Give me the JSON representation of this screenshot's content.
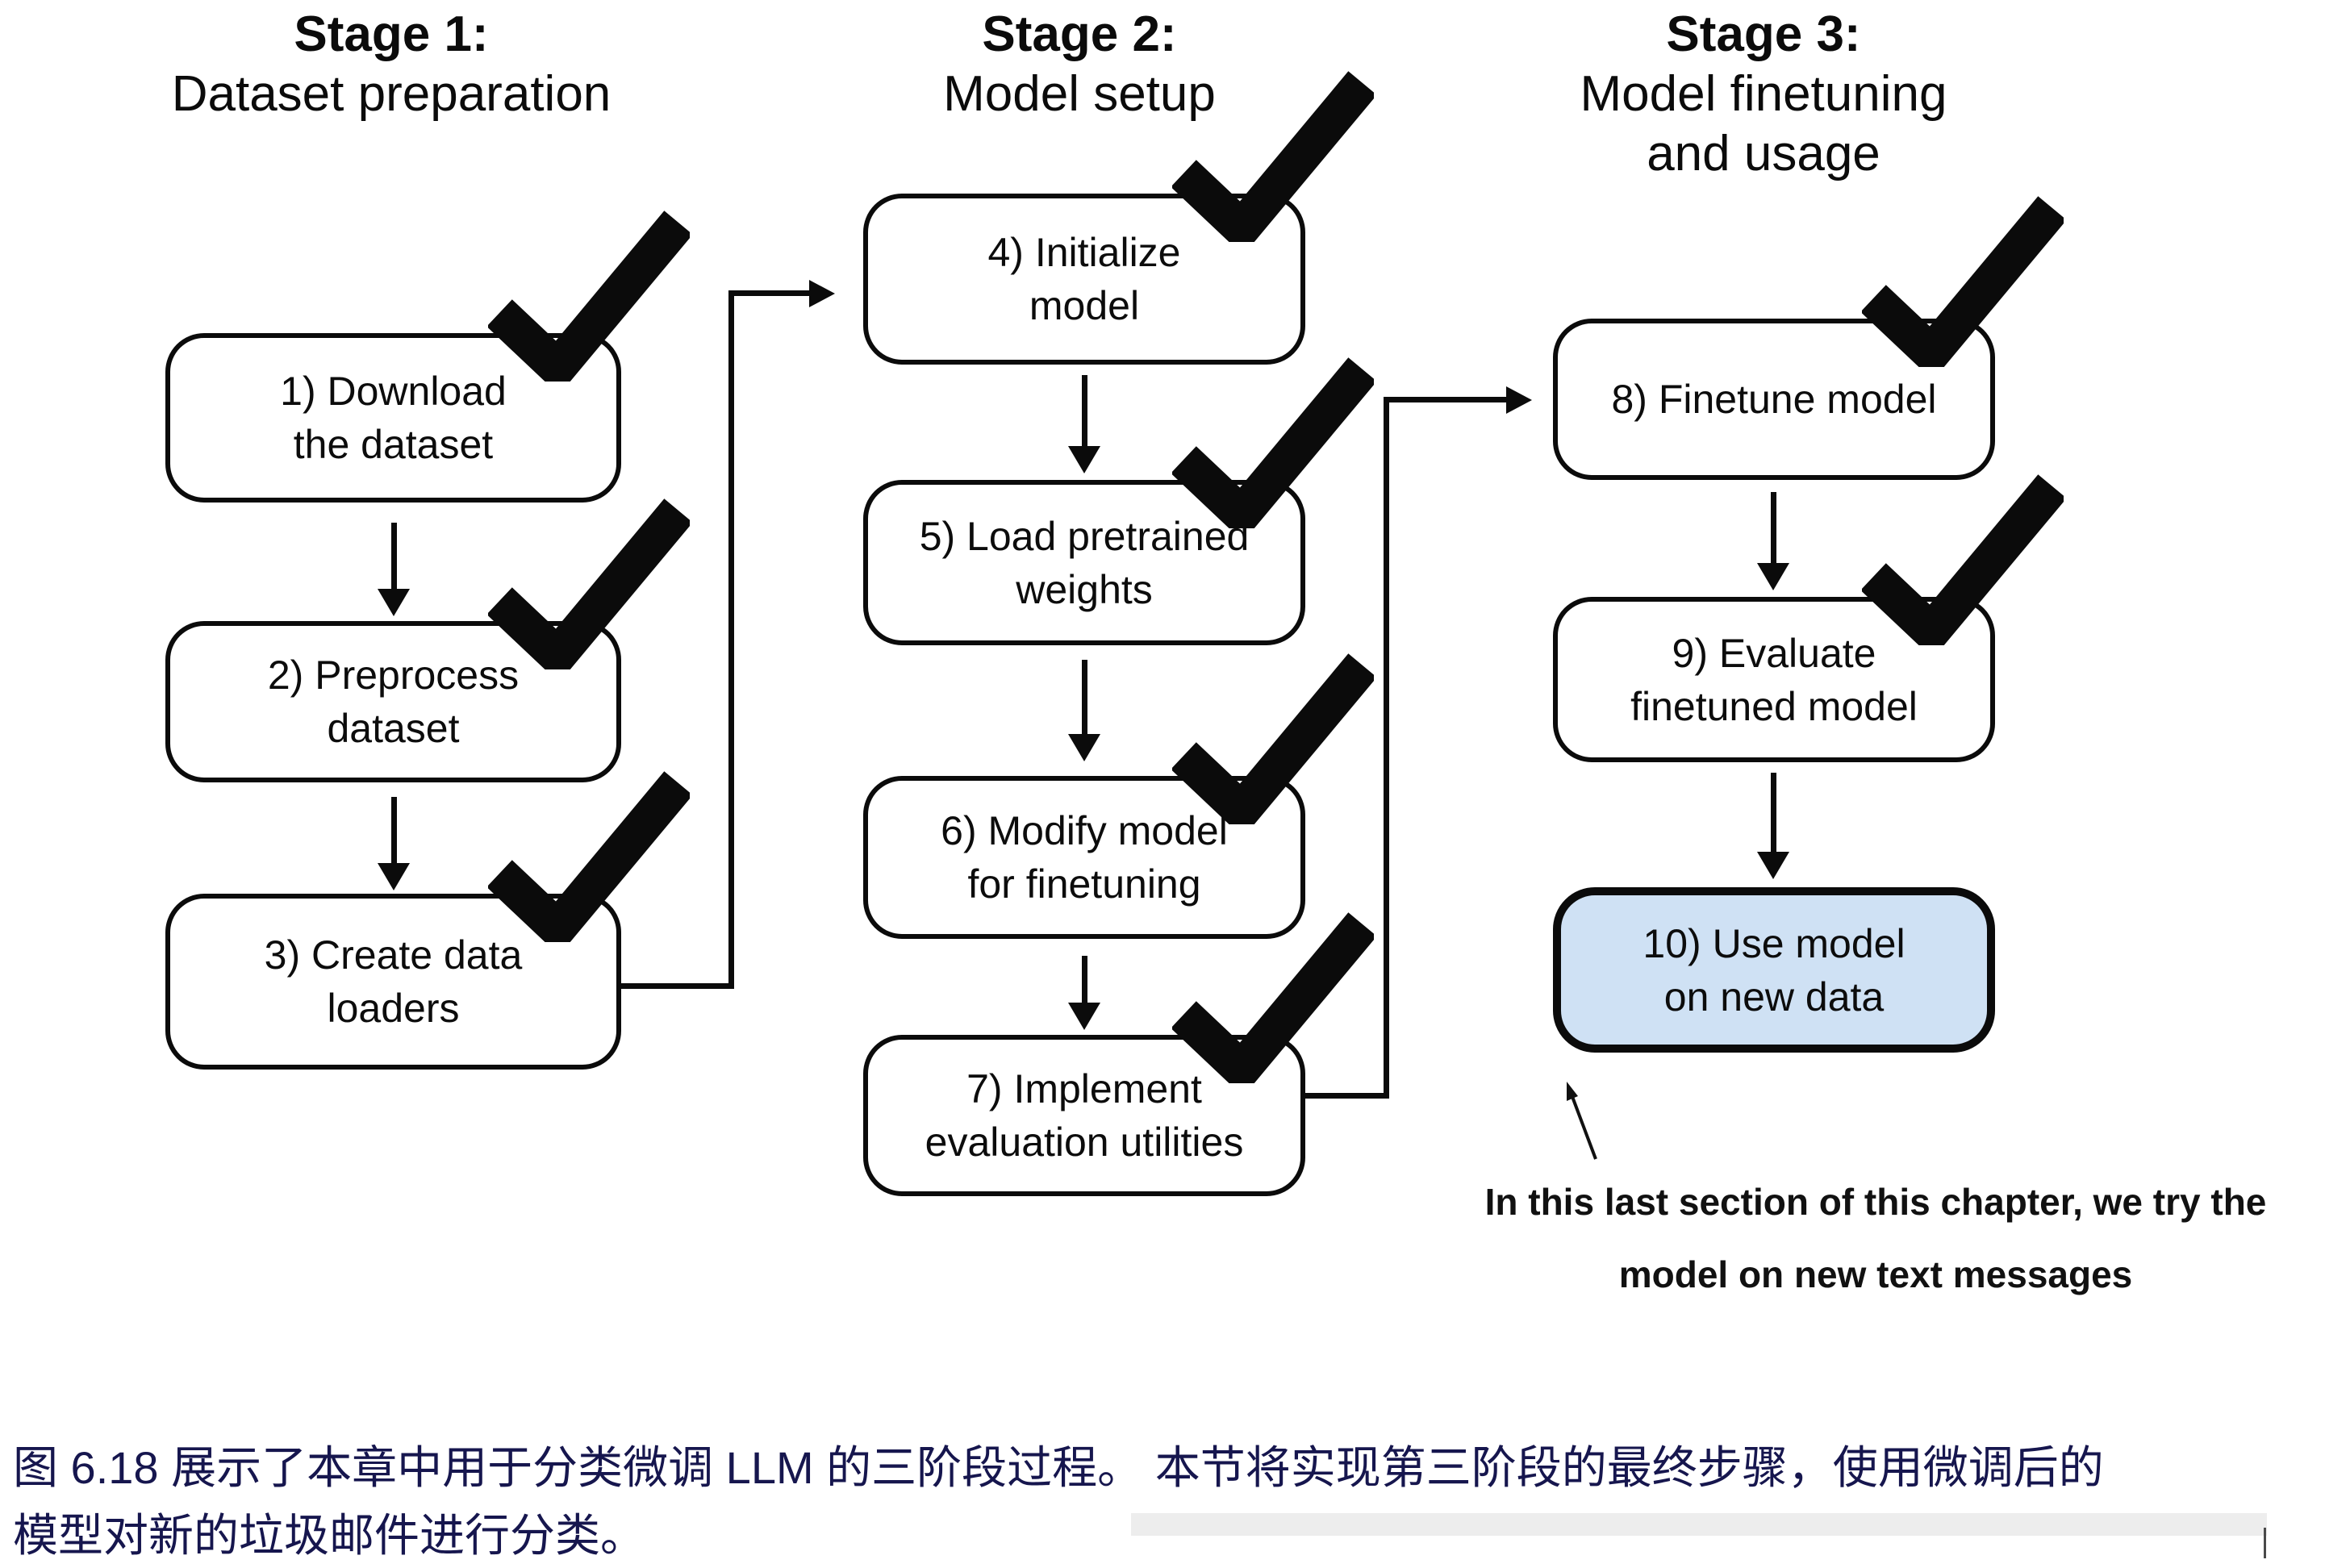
{
  "figure": {
    "stages": [
      {
        "title": "Stage 1:",
        "subtitle_lines": [
          "Dataset preparation"
        ]
      },
      {
        "title": "Stage 2:",
        "subtitle_lines": [
          "Model setup"
        ]
      },
      {
        "title": "Stage 3:",
        "subtitle_lines": [
          "Model finetuning",
          "and usage"
        ]
      }
    ],
    "boxes": [
      {
        "lines": [
          "1) Download",
          "the dataset"
        ],
        "checked": true,
        "highlighted": false
      },
      {
        "lines": [
          "2) Preprocess",
          "dataset"
        ],
        "checked": true,
        "highlighted": false
      },
      {
        "lines": [
          "3) Create data",
          "loaders"
        ],
        "checked": true,
        "highlighted": false
      },
      {
        "lines": [
          "4) Initialize",
          "model"
        ],
        "checked": true,
        "highlighted": false
      },
      {
        "lines": [
          "5) Load pretrained",
          "weights"
        ],
        "checked": true,
        "highlighted": false
      },
      {
        "lines": [
          "6) Modify model",
          "for finetuning"
        ],
        "checked": true,
        "highlighted": false
      },
      {
        "lines": [
          "7) Implement",
          "evaluation utilities"
        ],
        "checked": true,
        "highlighted": false
      },
      {
        "lines": [
          "8) Finetune model"
        ],
        "checked": true,
        "highlighted": false
      },
      {
        "lines": [
          "9) Evaluate",
          "finetuned model"
        ],
        "checked": true,
        "highlighted": false
      },
      {
        "lines": [
          "10) Use model",
          "on new data"
        ],
        "checked": false,
        "highlighted": true
      }
    ],
    "annotation": {
      "lines": [
        "In this last section of this chapter, we try the",
        "model on new text messages"
      ]
    },
    "colors": {
      "highlight_fill": "#cfe1f4",
      "line_color": "#0b0b0b",
      "caption_text": "#16164e"
    }
  },
  "caption": {
    "lines": [
      "图 6.18 展示了本章中用于分类微调 LLM 的三阶段过程。 本节将实现第三阶段的最终步骤，使用微调后的",
      "模型对新的垃圾邮件进行分类。"
    ]
  }
}
